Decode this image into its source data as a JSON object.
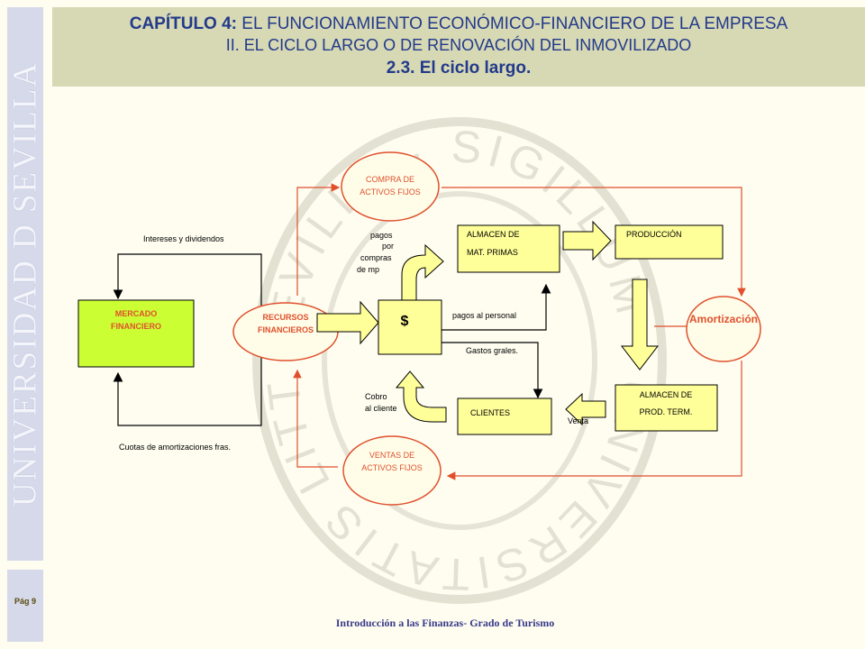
{
  "page": {
    "number": "Pág 9"
  },
  "branding": {
    "vertical_text": "UNIVERSIDAD D SEVILLA",
    "seal_text": "SEVILLA · SIGILLUM · UNIVERSITATIS LITTERARIAE · HISPALENSIS"
  },
  "header": {
    "chapter_prefix": "CAPÍTULO 4:",
    "chapter_title": " EL FUNCIONAMIENTO ECONÓMICO-FINANCIERO DE LA EMPRESA",
    "subtitle": "II. EL CICLO LARGO O DE RENOVACIÓN DEL INMOVILIZADO",
    "section": "2.3. El ciclo largo."
  },
  "footer": {
    "text": "Introducción a las Finanzas- Grado de Turismo"
  },
  "diagram": {
    "compra": [
      "COMPRA DE",
      "ACTIVOS FIJOS"
    ],
    "ventas": [
      "VENTAS DE",
      "ACTIVOS FIJOS"
    ],
    "recursos": [
      "RECURSOS",
      "FINANCIEROS"
    ],
    "mercado": [
      "MERCADO",
      "FINANCIERO"
    ],
    "dollar": "$",
    "almacen_mp": [
      "ALMACEN DE",
      "MAT. PRIMAS"
    ],
    "produccion": "PRODUCCIÓN",
    "almacen_pt": [
      "ALMACEN DE",
      "PROD. TERM."
    ],
    "clientes": "CLIENTES",
    "amortizacion": "Amortización",
    "intereses": "Intereses y dividendos",
    "cuotas": "Cuotas de amortizaciones fras.",
    "pagos_compras": [
      "pagos",
      "por",
      "compras",
      "de mp"
    ],
    "pagos_personal": "pagos al personal",
    "gastos": "Gastos grales.",
    "cobro": [
      "Cobro",
      "al  cliente"
    ],
    "venta": "Venta"
  },
  "colors": {
    "accent_red": "#e0502d",
    "panel_green": "#ccff33",
    "box_yellow": "#ffff99",
    "title_blue": "#223a8a"
  }
}
